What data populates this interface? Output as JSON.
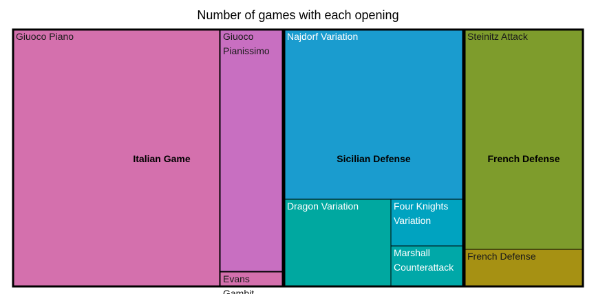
{
  "chart_data": {
    "type": "treemap",
    "title": "Number of games with each opening",
    "groups": [
      {
        "name": "Italian Game",
        "color": "#d470ad",
        "children": [
          {
            "name": "Giuoco Piano",
            "value": 48,
            "color": "#d470ad",
            "text_color": "#1a1a1a"
          },
          {
            "name": "Giuoco Pianissimo",
            "value": 14,
            "color": "#c86fc1",
            "text_color": "#1a1a1a"
          },
          {
            "name": "Evans Gambit",
            "value": 1,
            "color": "#d470ad",
            "text_color": "#1a1a1a"
          }
        ]
      },
      {
        "name": "Sicilian Defense",
        "color": "#1a9ccf",
        "children": [
          {
            "name": "Najdorf Variation",
            "value": 30,
            "color": "#1a9ccf",
            "text_color": "#ffffff"
          },
          {
            "name": "Dragon Variation",
            "value": 13,
            "color": "#00a8a0",
            "text_color": "#ffffff"
          },
          {
            "name": "Four Knights Variation",
            "value": 6,
            "color": "#00a3c0",
            "text_color": "#ffffff"
          },
          {
            "name": "Marshall Counterattack",
            "value": 6,
            "color": "#00a8a8",
            "text_color": "#ffffff"
          }
        ]
      },
      {
        "name": "French Defense",
        "color": "#7e9c2c",
        "children": [
          {
            "name": "Steinitz Attack",
            "value": 20,
            "color": "#7e9c2c",
            "text_color": "#1a1a1a"
          },
          {
            "name": "French Defense",
            "value": 4,
            "color": "#a69113",
            "text_color": "#1a1a1a"
          }
        ]
      }
    ]
  }
}
